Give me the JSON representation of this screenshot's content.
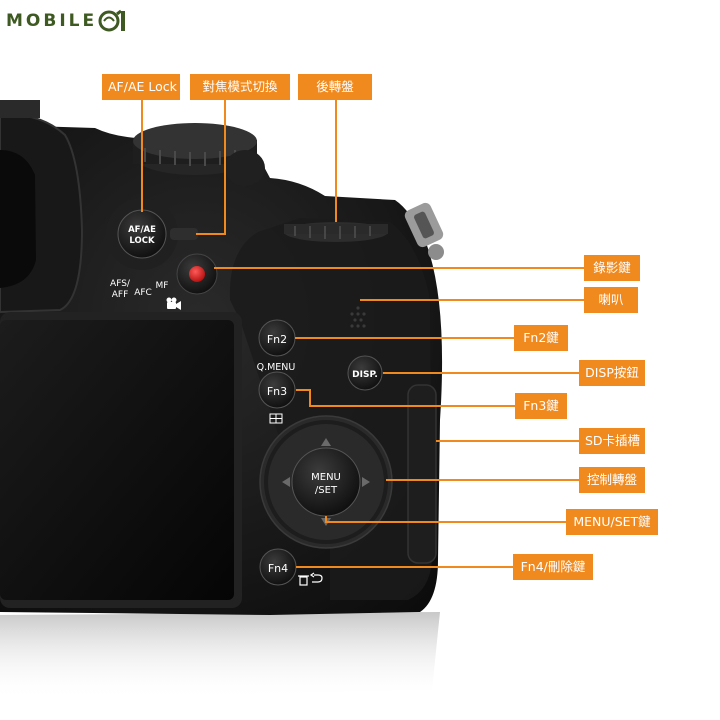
{
  "logo": {
    "text": "MOBILE"
  },
  "callouts": {
    "af_ae_lock": "AF/AE Lock",
    "focus_mode_switch": "對焦模式切換",
    "rear_dial": "後轉盤",
    "record_button": "錄影鍵",
    "speaker": "喇叭",
    "fn2_key": "Fn2鍵",
    "disp_button": "DISP按鈕",
    "fn3_key": "Fn3鍵",
    "sd_slot": "SD卡插槽",
    "control_dial": "控制轉盤",
    "menu_set_key": "MENU/SET鍵",
    "fn4_delete_key": "Fn4/刪除鍵"
  },
  "camera_labels": {
    "af_ae_lock_line1": "AF/AE",
    "af_ae_lock_line2": "LOCK",
    "afs_aff_line1": "AFS/",
    "afs_aff_line2": "AFF",
    "afc": "AFC",
    "mf": "MF",
    "fn2": "Fn2",
    "q_menu": "Q.MENU",
    "fn3": "Fn3",
    "disp": "DISP.",
    "menu_line1": "MENU",
    "menu_line2": "/SET",
    "fn4": "Fn4"
  },
  "colors": {
    "callout_bg": "#f08a1e",
    "leader_line": "#f08a1e",
    "camera_body": "#141414",
    "record_red": "#d81f1f",
    "logo_green": "#3e5a22"
  }
}
